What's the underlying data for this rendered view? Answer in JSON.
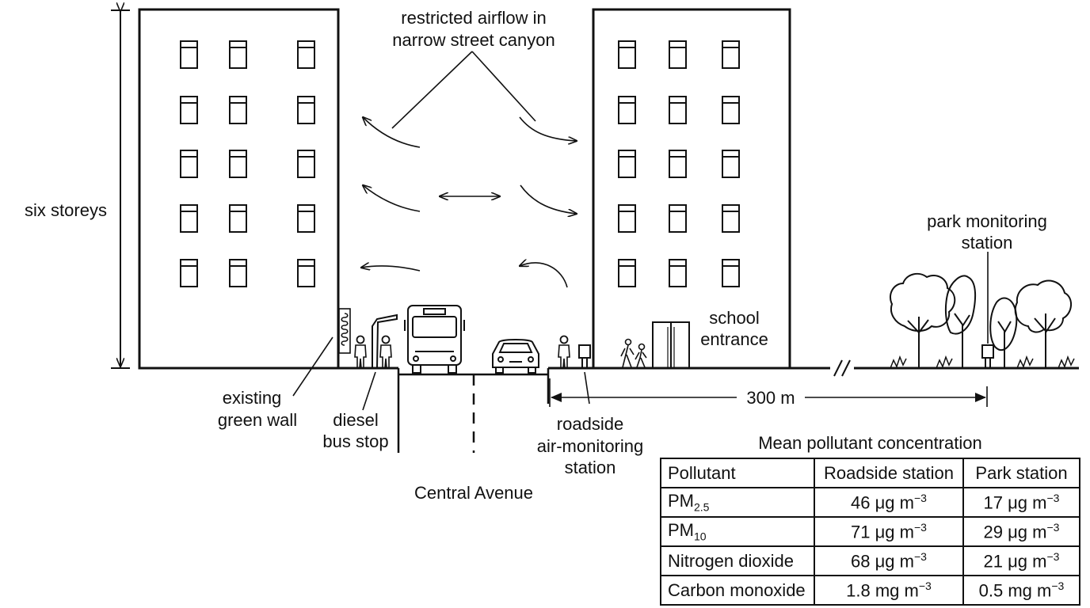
{
  "labels": {
    "airflow": [
      "restricted airflow in",
      "narrow street canyon"
    ],
    "height": "six storeys",
    "green_wall": [
      "existing",
      "green wall"
    ],
    "bus_stop": [
      "diesel",
      "bus stop"
    ],
    "street": "Central Avenue",
    "roadside_station": [
      "roadside",
      "air-monitoring",
      "station"
    ],
    "school": [
      "school",
      "entrance"
    ],
    "park_station": [
      "park monitoring",
      "station"
    ],
    "distance": "300 m"
  },
  "table": {
    "title": "Mean pollutant concentration",
    "headers": [
      "Pollutant",
      "Roadside station",
      "Park station"
    ],
    "rows": [
      {
        "name": "PM",
        "sub": "2.5",
        "roadside": "46 μg m",
        "roadside_exp": "−3",
        "park": "17 μg m",
        "park_exp": "−3"
      },
      {
        "name": "PM",
        "sub": "10",
        "roadside": "71 μg m",
        "roadside_exp": "−3",
        "park": "29 μg m",
        "park_exp": "−3"
      },
      {
        "name": "Nitrogen dioxide",
        "sub": "",
        "roadside": "68 μg m",
        "roadside_exp": "−3",
        "park": "21 μg m",
        "park_exp": "−3"
      },
      {
        "name": "Carbon monoxide",
        "sub": "",
        "roadside": "1.8 mg m",
        "roadside_exp": "−3",
        "park": "0.5 mg m",
        "park_exp": "−3"
      }
    ]
  }
}
